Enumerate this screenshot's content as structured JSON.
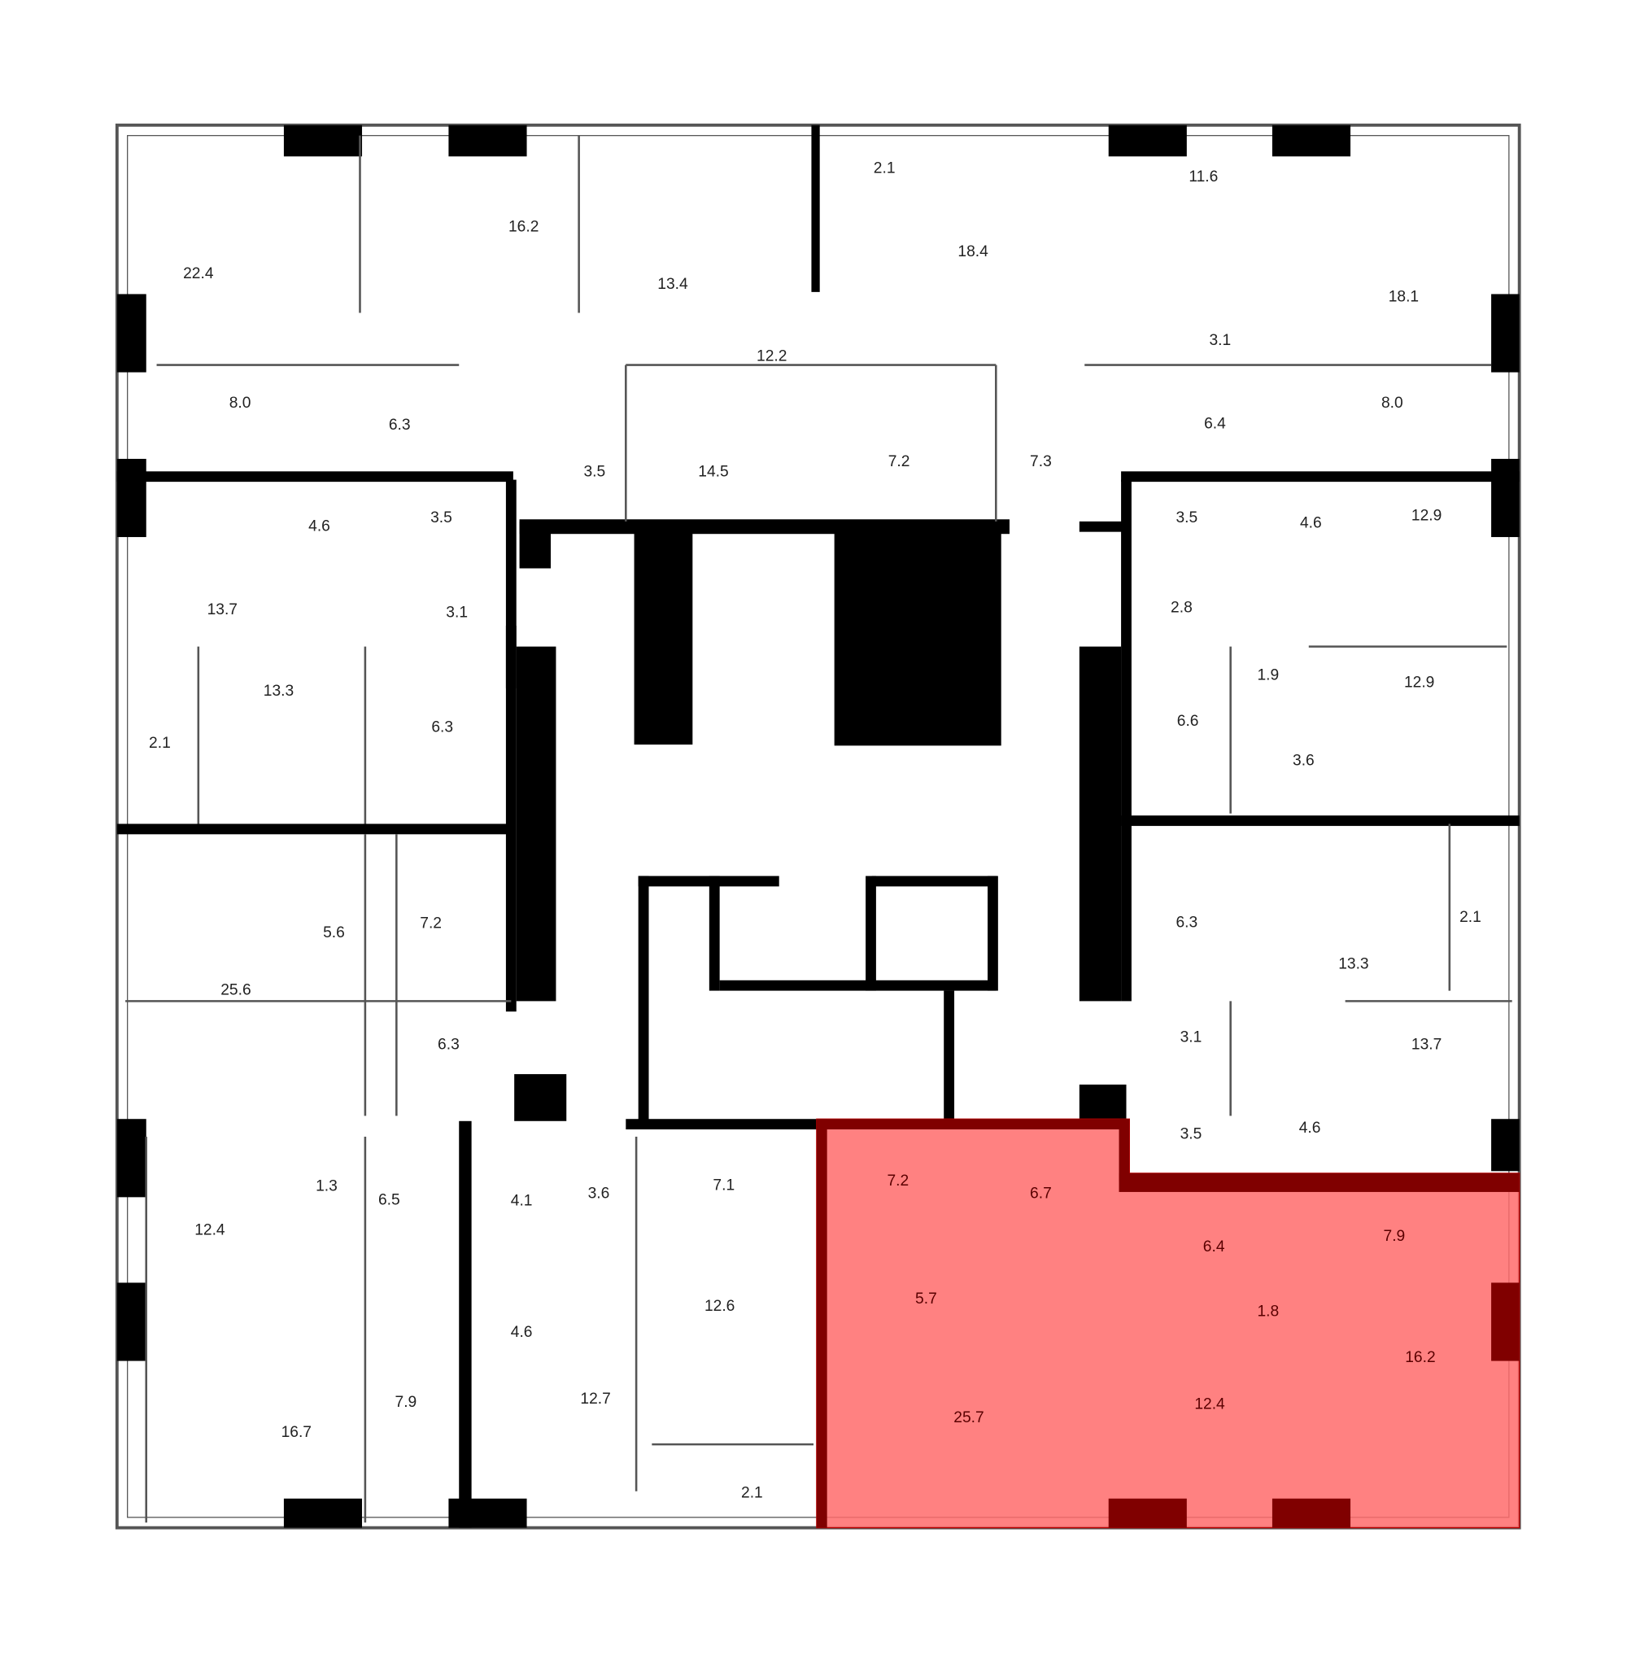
{
  "plan": {
    "colors": {
      "wall": "#000000",
      "highlight": "#ff7070",
      "highlight_wall": "#800000",
      "line": "#555555"
    },
    "rooms": [
      {
        "area": "22.4"
      },
      {
        "area": "16.2"
      },
      {
        "area": "13.4"
      },
      {
        "area": "2.1"
      },
      {
        "area": "18.4"
      },
      {
        "area": "11.6"
      },
      {
        "area": "18.1"
      },
      {
        "area": "12.2"
      },
      {
        "area": "8.0"
      },
      {
        "area": "6.3"
      },
      {
        "area": "3.5"
      },
      {
        "area": "14.5"
      },
      {
        "area": "7.2"
      },
      {
        "area": "7.3"
      },
      {
        "area": "6.4"
      },
      {
        "area": "8.0"
      },
      {
        "area": "3.1"
      },
      {
        "area": "4.6"
      },
      {
        "area": "3.5"
      },
      {
        "area": "13.7"
      },
      {
        "area": "3.1"
      },
      {
        "area": "13.3"
      },
      {
        "area": "6.3"
      },
      {
        "area": "2.1"
      },
      {
        "area": "3.5"
      },
      {
        "area": "4.6"
      },
      {
        "area": "12.9"
      },
      {
        "area": "2.8"
      },
      {
        "area": "1.9"
      },
      {
        "area": "12.9"
      },
      {
        "area": "6.6"
      },
      {
        "area": "3.6"
      },
      {
        "area": "6.3"
      },
      {
        "area": "13.3"
      },
      {
        "area": "2.1"
      },
      {
        "area": "5.6"
      },
      {
        "area": "7.2"
      },
      {
        "area": "25.6"
      },
      {
        "area": "6.3"
      },
      {
        "area": "3.1"
      },
      {
        "area": "13.7"
      },
      {
        "area": "3.5"
      },
      {
        "area": "4.6"
      },
      {
        "area": "1.3"
      },
      {
        "area": "6.5"
      },
      {
        "area": "4.1"
      },
      {
        "area": "3.6"
      },
      {
        "area": "7.1"
      },
      {
        "area": "12.4"
      },
      {
        "area": "4.6"
      },
      {
        "area": "12.6"
      },
      {
        "area": "12.7"
      },
      {
        "area": "7.9"
      },
      {
        "area": "16.7"
      },
      {
        "area": "2.1"
      }
    ],
    "selected_unit": {
      "rooms": [
        {
          "area": "7.2"
        },
        {
          "area": "6.7"
        },
        {
          "area": "6.4"
        },
        {
          "area": "7.9"
        },
        {
          "area": "5.7"
        },
        {
          "area": "1.8"
        },
        {
          "area": "16.2"
        },
        {
          "area": "12.4"
        },
        {
          "area": "25.7"
        }
      ]
    }
  }
}
